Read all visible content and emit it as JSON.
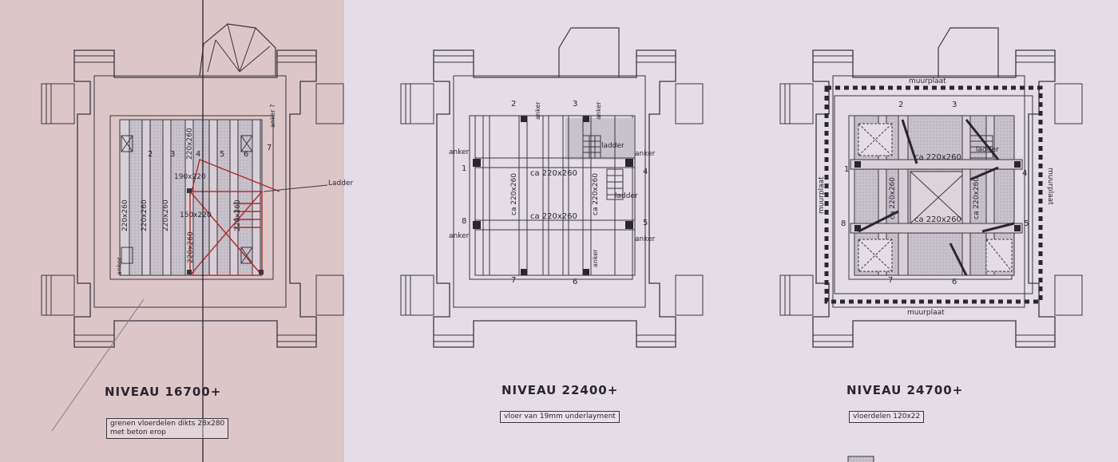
{
  "plans": [
    {
      "title": "NIVEAU 16700+",
      "note_lines": [
        "grenen vloerdelen dikts 28x280",
        "met beton erop"
      ],
      "labels": {
        "num_2": "2",
        "num_3": "3",
        "num_4": "4",
        "num_5": "5",
        "num_6": "6",
        "num_7": "7",
        "dim_1": "220x260",
        "dim_2": "220x260",
        "dim_3": "220x260",
        "dim_4": "220x260",
        "dim_5": "220x260",
        "dim_6": "220x260",
        "dim_7": "190x220",
        "dim_8": "150x220",
        "anker_1": "anker",
        "anker_2": "anker ?",
        "ladder": "Ladder"
      }
    },
    {
      "title": "NIVEAU 22400+",
      "note_lines": [
        "vloer van 19mm underlayment"
      ],
      "labels": {
        "num_1": "1",
        "num_2": "2",
        "num_3": "3",
        "num_4": "4",
        "num_5": "5",
        "num_6": "6",
        "num_7": "7",
        "num_8": "8",
        "anker_tl": "anker",
        "anker_tr": "anker",
        "anker_ml": "anker",
        "anker_mr": "anker",
        "anker_bl": "anker",
        "anker_br": "anker",
        "anker_b": "anker",
        "beam_top": "ca 220x260",
        "beam_bottom": "ca 220x260",
        "col_left": "ca 220x260",
        "col_right": "ca 220x260",
        "ladder_1": "ladder",
        "ladder_2": "ladder"
      }
    },
    {
      "title": "NIVEAU 24700+",
      "note_lines": [
        "vloerdelen 120x22"
      ],
      "labels": {
        "num_1": "1",
        "num_2": "2",
        "num_3": "3",
        "num_4": "4",
        "num_5": "5",
        "num_6": "6",
        "num_7": "7",
        "num_8": "8",
        "muurplaat_top": "muurplaat",
        "muurplaat_bottom": "muurplaat",
        "muurplaat_left": "muurplaat",
        "muurplaat_right": "muurplaat",
        "beam_top": "ca 220x260",
        "beam_bottom": "ca 220x260",
        "col_left": "ca 220x260",
        "col_right": "ca 220x260",
        "ladder": "ladder"
      }
    }
  ]
}
